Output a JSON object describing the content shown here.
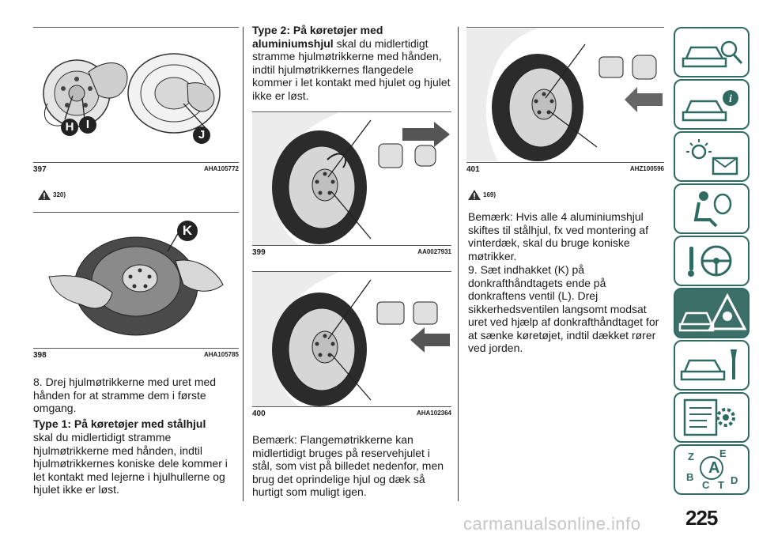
{
  "figures": {
    "f397": {
      "number": "397",
      "code": "AHA105772"
    },
    "f398": {
      "number": "398",
      "code": "AHA105785"
    },
    "f399": {
      "number": "399",
      "code": "AA0027931"
    },
    "f400": {
      "number": "400",
      "code": "AHA102364"
    },
    "f401": {
      "number": "401",
      "code": "AHZ100596"
    }
  },
  "callouts": {
    "h": "H",
    "i": "I",
    "j": "J",
    "k": "K"
  },
  "warnings": {
    "w1": "320)",
    "w2": "169)"
  },
  "col1": {
    "step8": "8. Drej hjulmøtrikkerne med uret med hånden for at stramme dem i første omgang.",
    "type1_heading": "Type 1: På køretøjer med stålhjul",
    "type1_body": "skal du midlertidigt stramme hjulmøtrikkerne med hånden, indtil hjulmøtrikkernes koniske dele kommer i let kontakt med lejerne i hjulhullerne og hjulet ikke er løst."
  },
  "col2": {
    "type2_heading": "Type 2: På køretøjer med aluminiumshjul",
    "type2_body": "skal du midlertidigt stramme hjulmøtrikkerne med hånden, indtil hjulmøtrikkernes flangedele kommer i let kontakt med hjulet og hjulet ikke er løst.",
    "note": "Bemærk: Flangemøtrikkerne kan midlertidigt bruges på reservehjulet i stål, som vist på billedet nedenfor, men brug det oprindelige hjul og dæk så hurtigt som muligt igen."
  },
  "col3": {
    "note": "Bemærk: Hvis alle 4 aluminiumshjul skiftes til stålhjul, fx ved montering af vinterdæk, skal du bruge koniske møtrikker.",
    "step9": "9. Sæt indhakket (K) på donkrafthåndtagets ende på donkraftens ventil (L). Drej sikkerhedsventilen langsomt modsat uret ved hjælp af donkrafthåndtaget for at sænke køretøjet, indtil dækket rører ved jorden."
  },
  "tabs": [
    "car-search-icon",
    "car-info-icon",
    "dashboard-lights-icon",
    "airbag-seat-icon",
    "steering-wheel-icon",
    "hazard-warning-icon",
    "car-service-icon",
    "specs-gear-icon",
    "alphabet-index-icon"
  ],
  "active_tab_index": 5,
  "page_number": "225",
  "watermark": "carmanualsonline.info"
}
